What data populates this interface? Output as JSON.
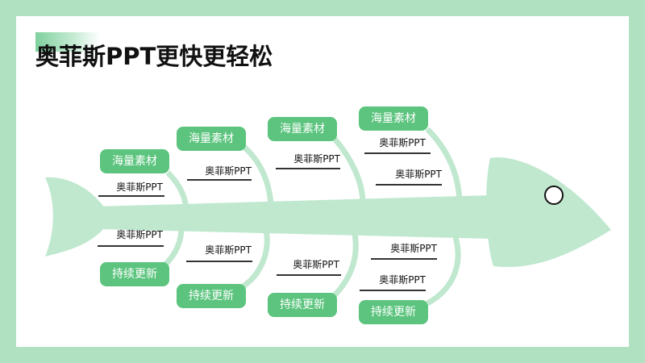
{
  "title": "奥菲斯PPT更快更轻松",
  "colors": {
    "background": "#b0e2c2",
    "fish": "#bfe8cf",
    "pill": "#5cc47e",
    "pill_text": "#ffffff",
    "text": "#111111"
  },
  "top_branches": [
    {
      "pill": "海量素材",
      "items": [
        "奥菲斯PPT"
      ]
    },
    {
      "pill": "海量素材",
      "items": [
        "奥菲斯PPT"
      ]
    },
    {
      "pill": "海量素材",
      "items": [
        "奥菲斯PPT"
      ]
    },
    {
      "pill": "海量素材",
      "items": [
        "奥菲斯PPT",
        "奥菲斯PPT"
      ]
    }
  ],
  "bottom_branches": [
    {
      "pill": "持续更新",
      "items": [
        "奥菲斯PPT"
      ]
    },
    {
      "pill": "持续更新",
      "items": [
        "奥菲斯PPT"
      ]
    },
    {
      "pill": "持续更新",
      "items": [
        "奥菲斯PPT"
      ]
    },
    {
      "pill": "持续更新",
      "items": [
        "奥菲斯PPT",
        "奥菲斯PPT"
      ]
    }
  ],
  "icons": {
    "eye": "eye-icon"
  }
}
